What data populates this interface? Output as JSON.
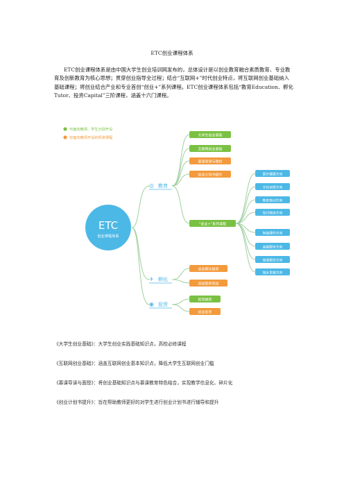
{
  "doc": {
    "title": "ETC创业课程体系",
    "paragraph": "ETC创业课程体系是由中国大学生创业培训网发布的，总体设计是以创业教育融合素质教育、专业教育及创新教育为核心思想；贯穿创业指导全过程；结合“互联网+”时代创业特点，将互联网创业基础纳入基础课程；将创业结合产业和专业首创“创业+”系列课程。ETC创业课程体系包括“教育Education、孵化Tutor、投资Capital”三阶课程，涵盖十六门课程。"
  },
  "mindmap": {
    "legend": [
      {
        "text": "可面向教师、学生分别开设",
        "color": "#7ac143"
      },
      {
        "text": "仅面向教师开设的师资课程",
        "color": "#f39a3c"
      }
    ],
    "root": {
      "title": "ETC",
      "subtitle": "创业课程体系",
      "color": "#4cb8e6"
    },
    "branches": {
      "education": "教育",
      "incubation": "孵化",
      "investment": "投资"
    },
    "education_items": [
      "大学生创业基础",
      "互联网创业基础",
      "慕课导读与微授",
      "创业计划书提升",
      "“创业+”系列课程"
    ],
    "plus_items": [
      "医疗健康方向",
      "文化创意方向",
      "教育培训方向",
      "现代物流方向",
      "智能硬件方向",
      "金融服务方向",
      "旅游服务方向",
      "城乡发展方向"
    ],
    "incubation_items": [
      "创业孵化指导",
      "双创型师资班"
    ],
    "investment_items": [
      "投资融资",
      "创业投资"
    ],
    "colors": {
      "green": "#7ac143",
      "orange": "#f39a3c",
      "blue": "#4cb8e6",
      "line": "#9fd0a0"
    }
  },
  "bullets": [
    "《大学生创业基础》：大学生创业实践基础知识点，高校必修课程",
    "《互联网创业基础》：涵盖互联网创业基本知识点，降低大学生互联网创业门槛",
    "《慕课导读与面授》：将创业基础知识点与慕课教育特色结合，实现教学信息化、碎片化",
    "《创业计划书提升》：旨在帮助教师更好的对学生进行创业计划书进行辅导和提升"
  ]
}
